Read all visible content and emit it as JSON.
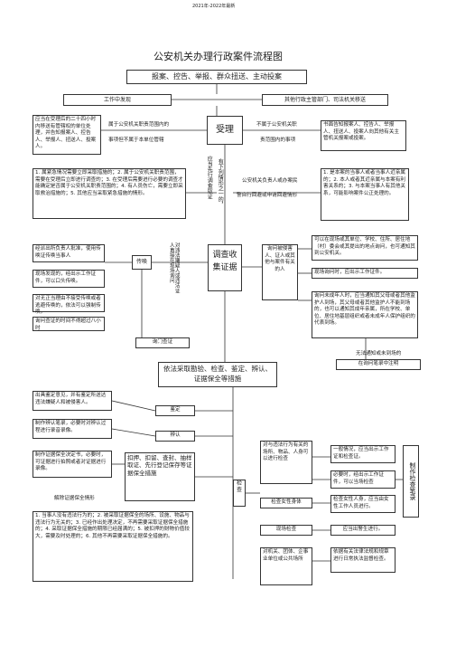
{
  "header": "2021年-2022年最新",
  "title": "公安机关办理行政案件流程图",
  "sources": "报案、控告、举报、群众扭送、主动投案",
  "found_at_work": "工作中发现",
  "transfer": "其他行政主管部门、司法机关移送",
  "accept": "受理",
  "accept_left_top": "属于公安机关职责范围内的",
  "accept_left_bottom": "事项但不属于本单位管辖",
  "accept_right_top": "不属于公安机关职",
  "accept_right_bottom": "责范围内的事项",
  "transfer_note": "应当在受理后的二十四小时内移送有管辖权的单位处理，并告知报案人、控告人、举报人、扭送人、投案人。",
  "notify_note": "书面告知报案人、控告人、举报人、扭送人、投案人向其他有关主管机关报案或投案。",
  "vertical_a": "有下列情形之一的，",
  "vertical_b": "应当先行调查取证",
  "summary_list": "1. 属紧急情况需要立即采取措施的；2. 属于公安机关职责范围，需要在受理后立即进行调查的；3. 在受理后需要进行必要的调查才能确定是否属于公安机关职责范围的；4. 有人员伤亡，需要立即采取救治措施的；5. 其他应当采取紧急措施的情形。",
  "middle_note_top": "公安机关负责人或办案民",
  "middle_note_bottom": "警自行回避或申请回避情形",
  "recusal_list": "1. 是本案的当事人或者当事人近亲属的；2. 本人或者其近亲属与本案有利害关系的；3. 与本案当事人有其他关系，可能影响案件公正处理的。",
  "investigate": "调查收集证据",
  "summon": "传唤",
  "summon_left_1": "经派出所负责人批准，使用传唤证传唤当事人",
  "summon_left_2": "现场发现的，经出示工作证件，可以口头传唤。",
  "summon_left_3": "对无正当理由不接受传唤或者逃避传唤的，依法可以强制传唤。",
  "summon_left_4": "询问查证的时间不得超过八小时",
  "inquiry_vertical": "对违法嫌疑人或违法证人直接在现场询问",
  "inquiry_box": "询问被侵害人、证人或其他与案件有关的人",
  "inquiry_right_1": "可以在现场或其单位、学校、住所、居住地（村）委会或其提出的地点询问，也可通知其到公安机关。",
  "inquiry_right_2": "现场询问时，应出示工作证件。",
  "inquiry_right_3": "询问未成年人时，应当通知其父母或者其他监护人到场，其父母或者其他监护人不能到场的，也可以通知其成年亲属，所在学校、单位、居住地基层组织或者未成年人保护组织的代表到场。",
  "inquiry_check": "询问查证",
  "no_reason": "无法通知或未到场的",
  "note_in_record": "在询问笔录中注明",
  "evidence_title": "依法采取勘验、检查、鉴定、辨认、证据保全等措施",
  "appraisal_note": "出具鉴定意见，并有鉴定所送达违法嫌疑人和被侵害人。",
  "appraisal": "鉴定",
  "identify_note": "制作辨认笔录，必要时对辨认过程进行录音录像。",
  "identify": "辨认",
  "preserve_note": "制作证据保全决定书，必要时，可证据进行拍照或者对证据进行录像。",
  "measures": "扣押、扣留、查封、抽样取证、先行登记保存等证据保全措施",
  "release_reason": "解除证据保全情形",
  "release_list": "1. 当事人没有违法行为的；2. 被采取证据保全的场所、设施、物品与违法行为无关的；3. 已经作出处理决定，不再需要采取证据保全措施的；4. 采取证据保全措施的期限已经届满的；5. 被扣押的财物价值较大，需要及时处理的；6. 其他不再需要采取证据保全措施的。",
  "inspect": "检查",
  "inspect_note": "对与违法行为有关的场所、物品、人身可以进行检查",
  "inspect_show": "一般情况，应当出示工作证和检查证。",
  "inspect_urgent": "必要时，经出示工作证件，可以当场检查",
  "inspect_record_box": "检查女性人身，应当由女性工作人员进行。",
  "record_right": "制作检查笔录",
  "inspect_record": "检查女性身体",
  "site_check": "现场检查",
  "site_note": "应当出警生进行。",
  "entity": "对机关、团体、企事业单位或公共场所",
  "entity_note": "依据有关法律法规和规章进行日常执法监督检查。"
}
